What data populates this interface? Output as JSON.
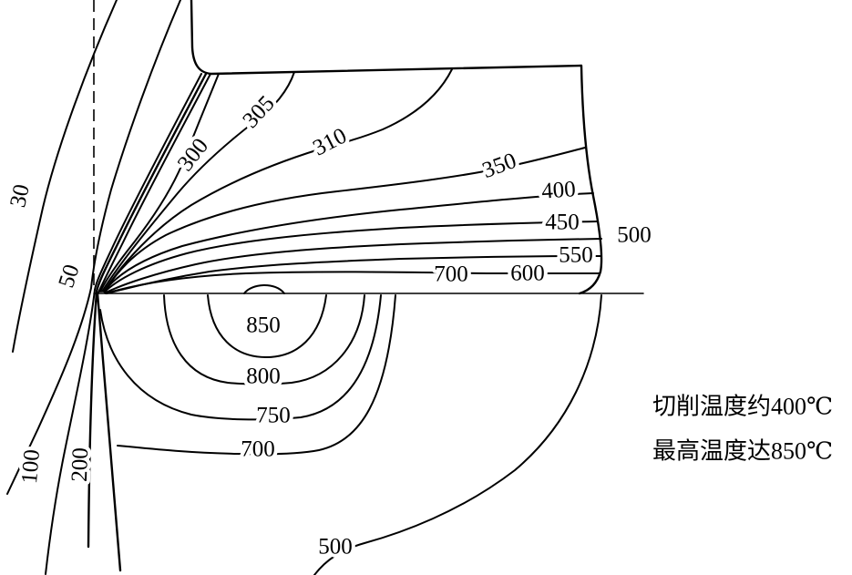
{
  "labels": {
    "upper": {
      "l300": "300",
      "l305": "305",
      "l310": "310",
      "l350": "350",
      "l400": "400",
      "l450": "450",
      "l500": "500",
      "l550": "550",
      "l600": "600",
      "l700": "700"
    },
    "left": {
      "l30": "30",
      "l50": "50",
      "l100": "100",
      "l200": "200"
    },
    "lower": {
      "l850": "850",
      "l800": "800",
      "l750": "750",
      "l700": "700",
      "l500": "500"
    }
  },
  "annotation": {
    "line1": "切削温度约400℃",
    "line2": "最高温度达850℃"
  },
  "colors": {
    "ink": "#000000",
    "background": "#ffffff"
  }
}
